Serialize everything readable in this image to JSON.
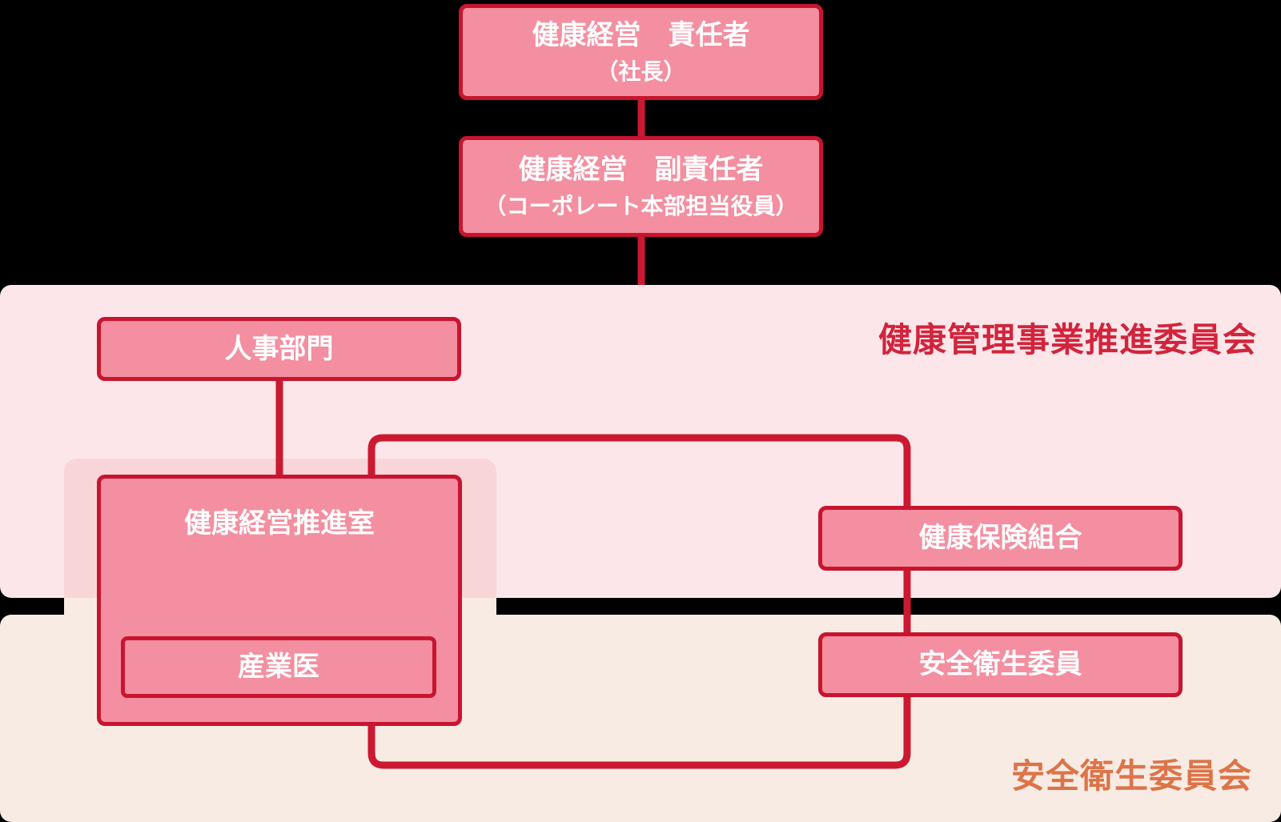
{
  "diagram": {
    "nodes": {
      "ceo": {
        "title": "健康経営　責任者",
        "subtitle": "（社長）"
      },
      "deputy": {
        "title": "健康経営　副責任者",
        "subtitle": "（コーポレート本部担当役員）"
      },
      "hr": {
        "label": "人事部門"
      },
      "office": {
        "label": "健康経営推進室"
      },
      "physician": {
        "label": "産業医"
      },
      "insurance": {
        "label": "健康保険組合"
      },
      "safety_member": {
        "label": "安全衛生委員"
      }
    },
    "groups": {
      "committee": {
        "label": "健康管理事業推進委員会"
      },
      "safety": {
        "label": "安全衛生委員会"
      }
    },
    "colors": {
      "background": "#000000",
      "node_fill": "#F38FA0",
      "node_border": "#C8152F",
      "node_text": "#FFFFFF",
      "connector": "#CB1931",
      "band_pink": "#FCE6E9",
      "band_beige": "#F7EBE4",
      "overlay_pink": "#F8D6D8",
      "label_red": "#D2243C",
      "label_orange": "#DC7448"
    }
  }
}
